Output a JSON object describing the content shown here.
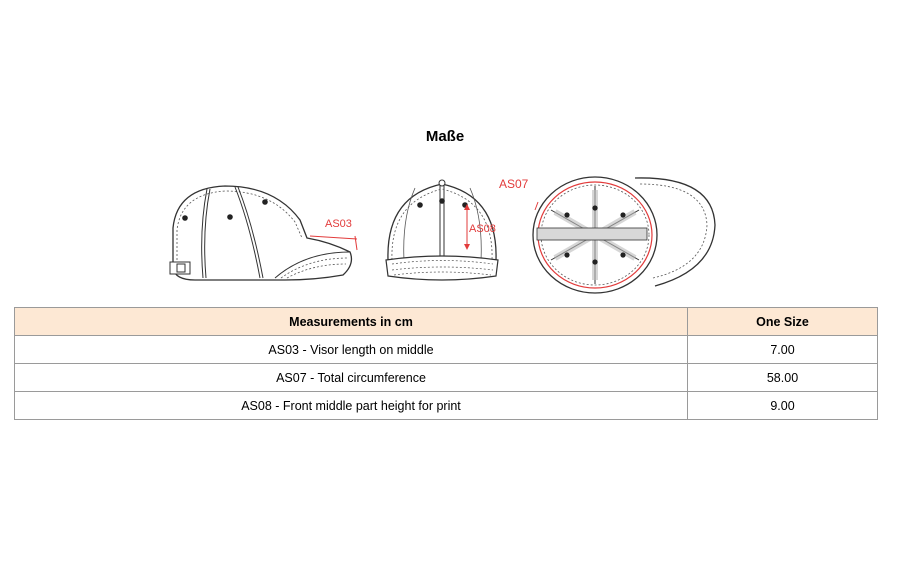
{
  "title": "Maße",
  "diagrams": {
    "side_label": "AS03",
    "front_label": "AS08",
    "under_label": "AS07"
  },
  "colors": {
    "header_bg": "#fde8d4",
    "annotation": "#e23b3b",
    "outline": "#333333"
  },
  "table": {
    "headers": [
      "Measurements in cm",
      "One Size"
    ],
    "rows": [
      [
        "AS03 - Visor length on middle",
        "7.00"
      ],
      [
        "AS07 - Total circumference",
        "58.00"
      ],
      [
        "AS08 - Front middle part height for print",
        "9.00"
      ]
    ]
  }
}
